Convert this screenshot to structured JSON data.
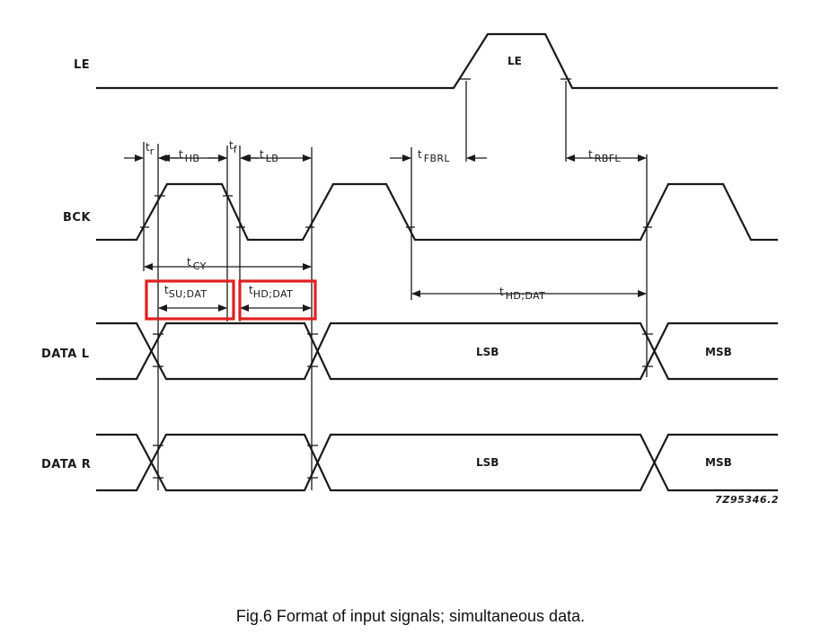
{
  "signals": [
    {
      "id": "le",
      "label": "LE"
    },
    {
      "id": "bck",
      "label": "BCK"
    },
    {
      "id": "data_l",
      "label": "DATA L"
    },
    {
      "id": "data_r",
      "label": "DATA R"
    }
  ],
  "pulse_labels": {
    "le": "LE",
    "data_l_lsb": "LSB",
    "data_l_msb": "MSB",
    "data_r_lsb": "LSB",
    "data_r_msb": "MSB"
  },
  "timings": {
    "tr": {
      "main": "t",
      "sub": "r"
    },
    "tHB": {
      "main": "t",
      "sub": "HB"
    },
    "tf": {
      "main": "t",
      "sub": "f"
    },
    "tLB": {
      "main": "t",
      "sub": "LB"
    },
    "tFBRL": {
      "main": "t",
      "sub": "FBRL"
    },
    "tRBFL": {
      "main": "t",
      "sub": "RBFL"
    },
    "tCY": {
      "main": "t",
      "sub": "CY"
    },
    "tSU_DAT": {
      "main": "t",
      "sub": "SU;DAT"
    },
    "tHD_DAT_1": {
      "main": "t",
      "sub": "HD;DAT"
    },
    "tHD_DAT_2": {
      "main": "t",
      "sub": "HD;DAT"
    }
  },
  "highlight_color": "#e02020",
  "reference": "7Z95346.2",
  "caption": "Fig.6  Format of input signals; simultaneous data."
}
